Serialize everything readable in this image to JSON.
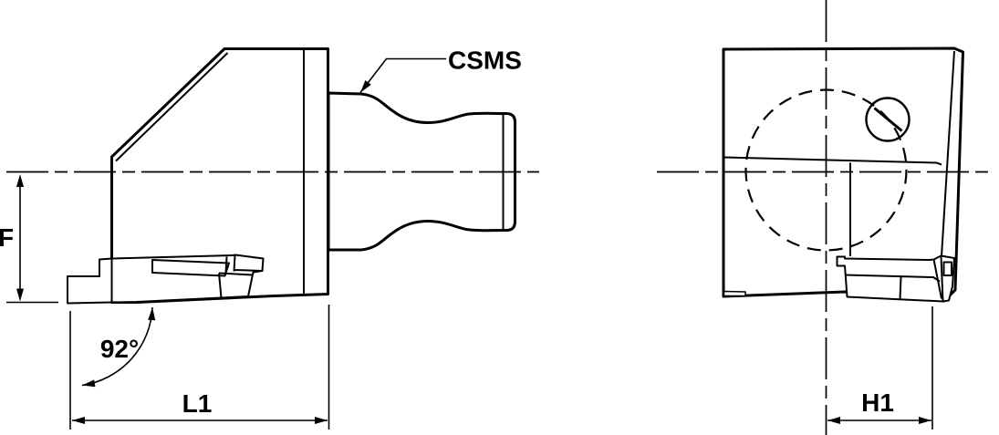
{
  "drawing_title": "tool-holder-dimension-drawing",
  "labels": {
    "shank_series": "CSMS",
    "dim_f": "F",
    "angle": "92°",
    "dim_l1": "L1",
    "dim_h1": "H1"
  },
  "colors": {
    "body_fill": "#d3d3d3",
    "line": "#000000",
    "background": "#ffffff"
  }
}
